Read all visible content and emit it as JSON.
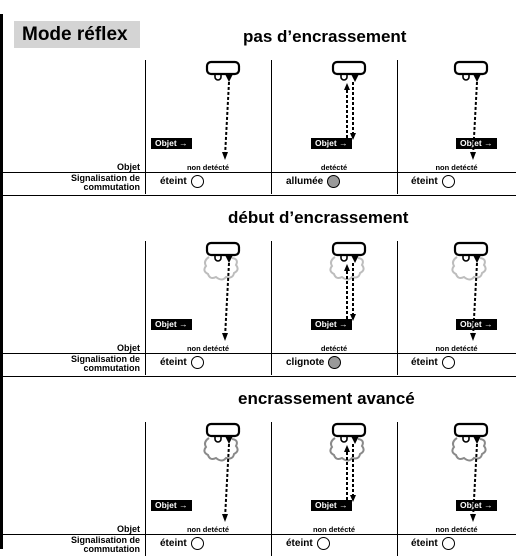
{
  "header": {
    "mode": "Mode réflex"
  },
  "labels": {
    "objet": "Objet",
    "signalisation": "Signalisation de commutation",
    "objet_box": "Objet →"
  },
  "sections": [
    {
      "title": "pas d’encrassement",
      "soiling": "none",
      "cells": [
        {
          "objet": "non detécté",
          "signal": "éteint",
          "led": "off",
          "beam": "single"
        },
        {
          "objet": "detécté",
          "signal": "allumée",
          "led": "on",
          "beam": "reflect"
        },
        {
          "objet": "non detécté",
          "signal": "éteint",
          "led": "off",
          "beam": "single"
        }
      ]
    },
    {
      "title": "début d’encrassement",
      "soiling": "light",
      "cells": [
        {
          "objet": "non detécté",
          "signal": "éteint",
          "led": "off",
          "beam": "single"
        },
        {
          "objet": "detécté",
          "signal": "clignote",
          "led": "on",
          "beam": "reflect"
        },
        {
          "objet": "non detécté",
          "signal": "éteint",
          "led": "off",
          "beam": "single"
        }
      ]
    },
    {
      "title": "encrassement avancé",
      "soiling": "heavy",
      "cells": [
        {
          "objet": "non detécté",
          "signal": "éteint",
          "led": "off",
          "beam": "single"
        },
        {
          "objet": "non detécté",
          "signal": "éteint",
          "led": "off",
          "beam": "reflect"
        },
        {
          "objet": "non detécté",
          "signal": "éteint",
          "led": "off",
          "beam": "single"
        }
      ]
    }
  ],
  "colors": {
    "led_on": "#9a9a9a",
    "soiling_light": "#bdbdbd",
    "soiling_heavy": "#8a8a8a",
    "mode_bg": "#d4d4d4"
  }
}
